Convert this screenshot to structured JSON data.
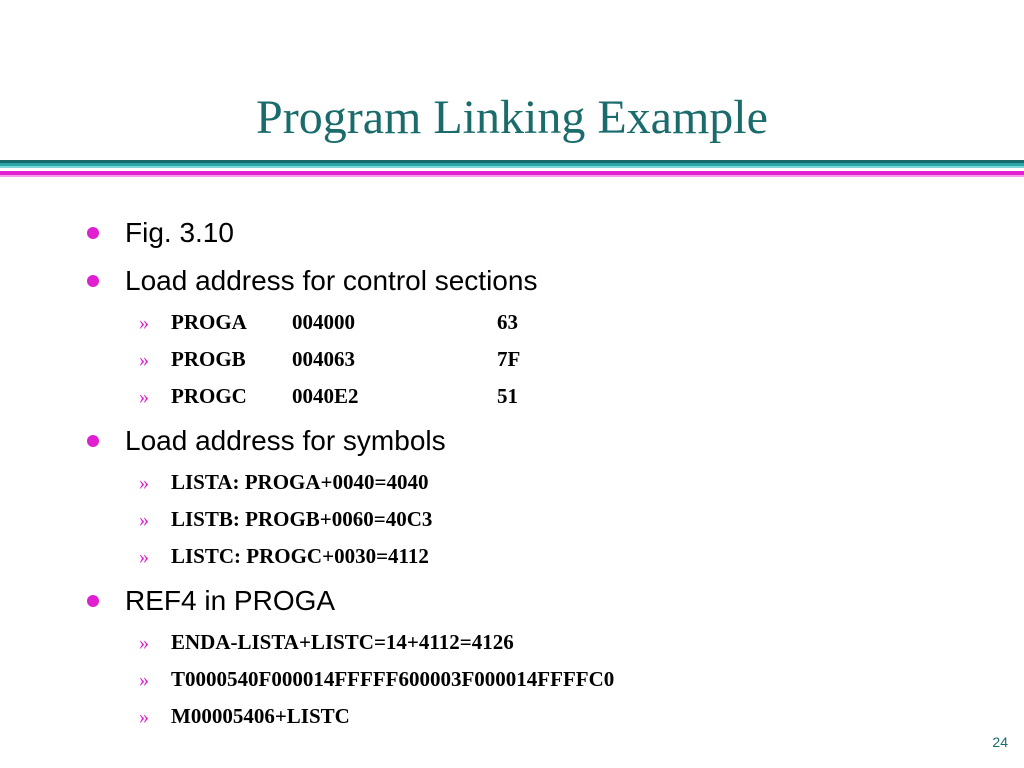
{
  "slide": {
    "title": "Program Linking Example",
    "page_number": "24",
    "colors": {
      "title": "#1a6b6b",
      "bullet": "#e020d0",
      "rule_teal": "#2aa6a6",
      "rule_magenta": "#e020d0"
    }
  },
  "bullets": [
    {
      "text": "Fig. 3.10"
    },
    {
      "text": "Load address for control sections"
    },
    {
      "text": "Load address for symbols"
    },
    {
      "text": "REF4 in PROGA"
    }
  ],
  "control_sections": [
    {
      "name": "PROGA",
      "address": "004000",
      "length": "63"
    },
    {
      "name": "PROGB",
      "address": "004063",
      "length": "7F"
    },
    {
      "name": "PROGC",
      "address": "0040E2",
      "length": "51"
    }
  ],
  "symbols": [
    "LISTA: PROGA+0040=4040",
    "LISTB: PROGB+0060=40C3",
    "LISTC: PROGC+0030=4112"
  ],
  "ref4": [
    "ENDA-LISTA+LISTC=14+4112=4126",
    "T0000540F000014FFFFF600003F000014FFFFC0",
    "M00005406+LISTC"
  ],
  "sub_marker": "»"
}
